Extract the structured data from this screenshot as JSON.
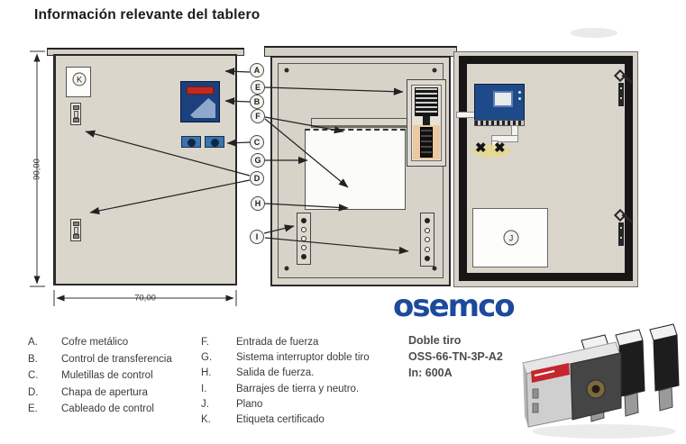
{
  "title": "Información relevante del tablero",
  "diagram": {
    "dimensions": {
      "height_label": "90,00",
      "width_label": "70,00"
    },
    "callouts": [
      "A",
      "E",
      "B",
      "F",
      "C",
      "G",
      "D",
      "H",
      "I"
    ],
    "inner_labels": {
      "certificate_tag": "K",
      "plan_pocket": "J"
    }
  },
  "legend": {
    "left": [
      {
        "letter": "A.",
        "text": "Cofre metálico"
      },
      {
        "letter": "B.",
        "text": "Control de transferencia"
      },
      {
        "letter": "C.",
        "text": "Muletillas de control"
      },
      {
        "letter": "D.",
        "text": "Chapa de apertura"
      },
      {
        "letter": "E.",
        "text": "Cableado de control"
      }
    ],
    "right": [
      {
        "letter": "F.",
        "text": "Entrada de fuerza"
      },
      {
        "letter": "G.",
        "text": "Sistema interruptor doble tiro"
      },
      {
        "letter": "H.",
        "text": "Salida de fuerza."
      },
      {
        "letter": "I.",
        "text": "Barrajes de tierra y neutro."
      },
      {
        "letter": "J.",
        "text": "Plano"
      },
      {
        "letter": "K.",
        "text": "Etiqueta certificado"
      }
    ]
  },
  "brand": {
    "logo_text": "osemco"
  },
  "product": {
    "type": "Doble tiro",
    "model": "OSS-66-TN-3P-A2",
    "current": "In: 600A"
  },
  "colors": {
    "brand_blue": "#1c4a9c",
    "panel_beige": "#d9d5cb",
    "device_blue": "#1e4a8a",
    "display_red": "#bf2b20",
    "door_seal_black": "#161616"
  }
}
